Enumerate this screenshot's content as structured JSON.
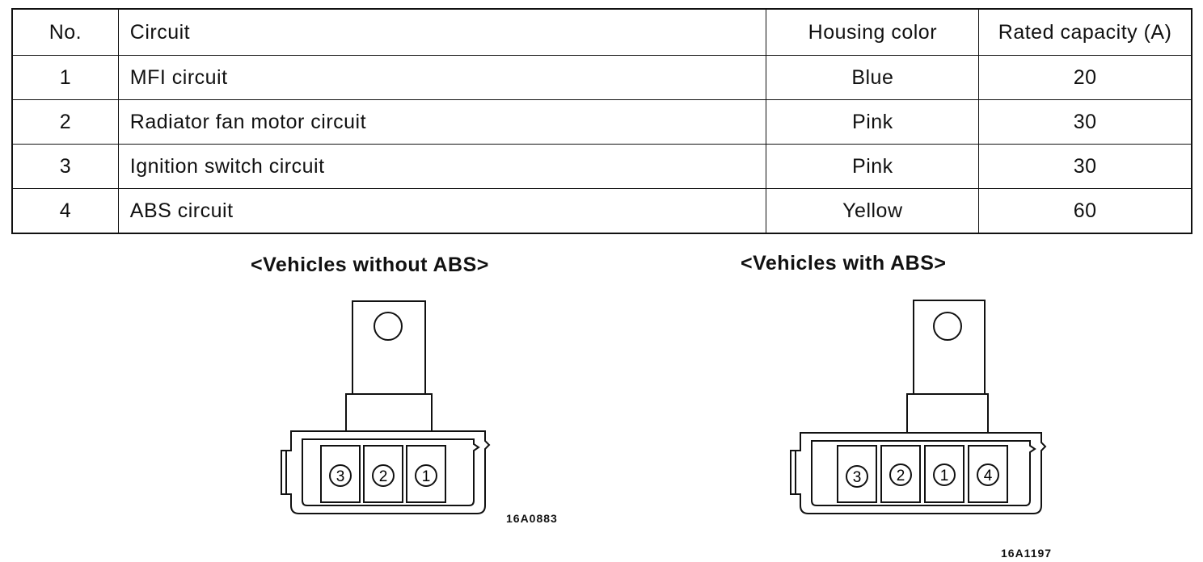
{
  "table": {
    "headers": {
      "no": "No.",
      "circuit": "Circuit",
      "housing_color": "Housing  color",
      "rated_capacity": "Rated  capacity  (A)"
    },
    "rows": [
      {
        "no": "1",
        "circuit": "MFI circuit",
        "housing_color": "Blue",
        "rated_capacity": "20"
      },
      {
        "no": "2",
        "circuit": "Radiator  fan  motor  circuit",
        "housing_color": "Pink",
        "rated_capacity": "30"
      },
      {
        "no": "3",
        "circuit": "Ignition  switch  circuit",
        "housing_color": "Pink",
        "rated_capacity": "30"
      },
      {
        "no": "4",
        "circuit": "ABS  circuit",
        "housing_color": "Yellow",
        "rated_capacity": "60"
      }
    ]
  },
  "diagrams": {
    "without_abs": {
      "title": "<Vehicles  without  ABS>",
      "fuse_labels": [
        "3",
        "2",
        "1"
      ],
      "code": "16A0883"
    },
    "with_abs": {
      "title": "<Vehicles  with  ABS>",
      "fuse_labels": [
        "3",
        "2",
        "1",
        "4"
      ],
      "code": "16A1197"
    }
  }
}
